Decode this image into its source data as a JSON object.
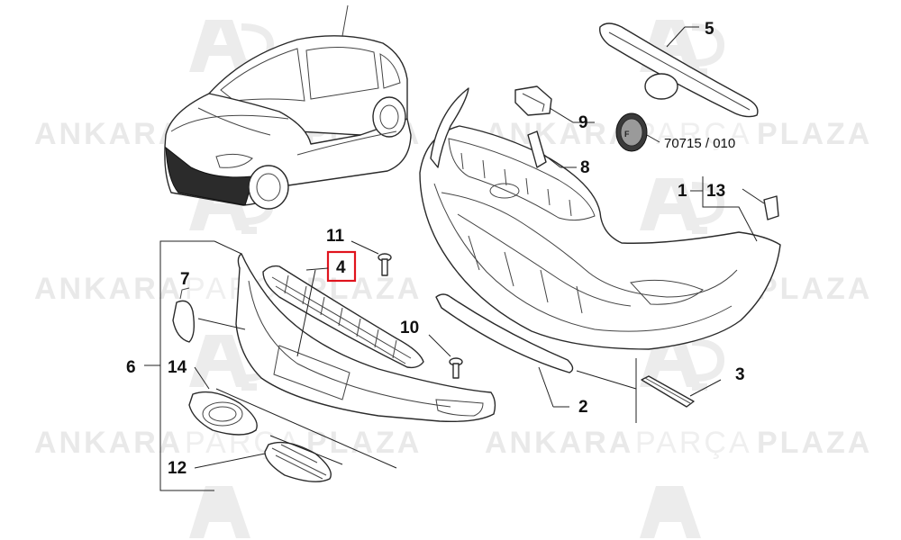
{
  "watermark": {
    "word1": "ANKARA",
    "word2": "PARÇA",
    "word3": "PLAZA"
  },
  "callouts": {
    "c1": "1",
    "c2": "2",
    "c3": "3",
    "c4": "4",
    "c5": "5",
    "c6": "6",
    "c7": "7",
    "c8": "8",
    "c9": "9",
    "c10": "10",
    "c11": "11",
    "c12": "12",
    "c13": "13",
    "c14": "14"
  },
  "emblem_code": "70715 / 010",
  "highlighted_callout": "4",
  "colors": {
    "highlight": "#e0141e",
    "line": "#222222",
    "watermark": "#e9e9e9"
  }
}
